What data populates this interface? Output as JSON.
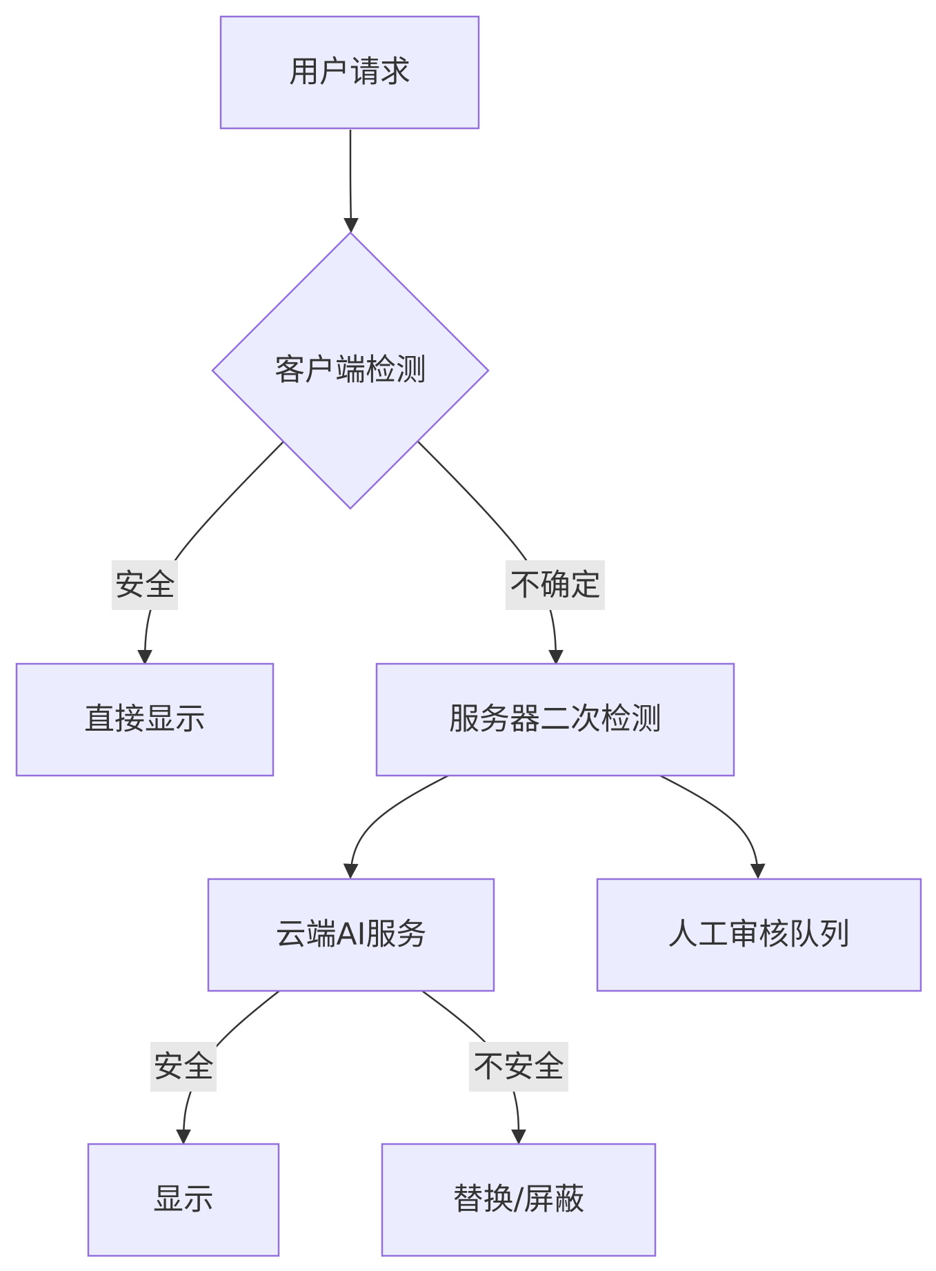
{
  "diagram": {
    "type": "flowchart",
    "colors": {
      "node_fill": "#ECECFF",
      "node_stroke": "#9370DB",
      "edge": "#333333",
      "edge_label_bg": "#E8E8E8",
      "text": "#333333"
    },
    "nodes": {
      "user_request": "用户请求",
      "client_check": "客户端检测",
      "direct_display": "直接显示",
      "server_check": "服务器二次检测",
      "cloud_ai": "云端AI服务",
      "manual_review": "人工审核队列",
      "display": "显示",
      "replace_block": "替换/屏蔽"
    },
    "edges": {
      "client_safe": "安全",
      "client_uncertain": "不确定",
      "ai_safe": "安全",
      "ai_unsafe": "不安全"
    }
  }
}
